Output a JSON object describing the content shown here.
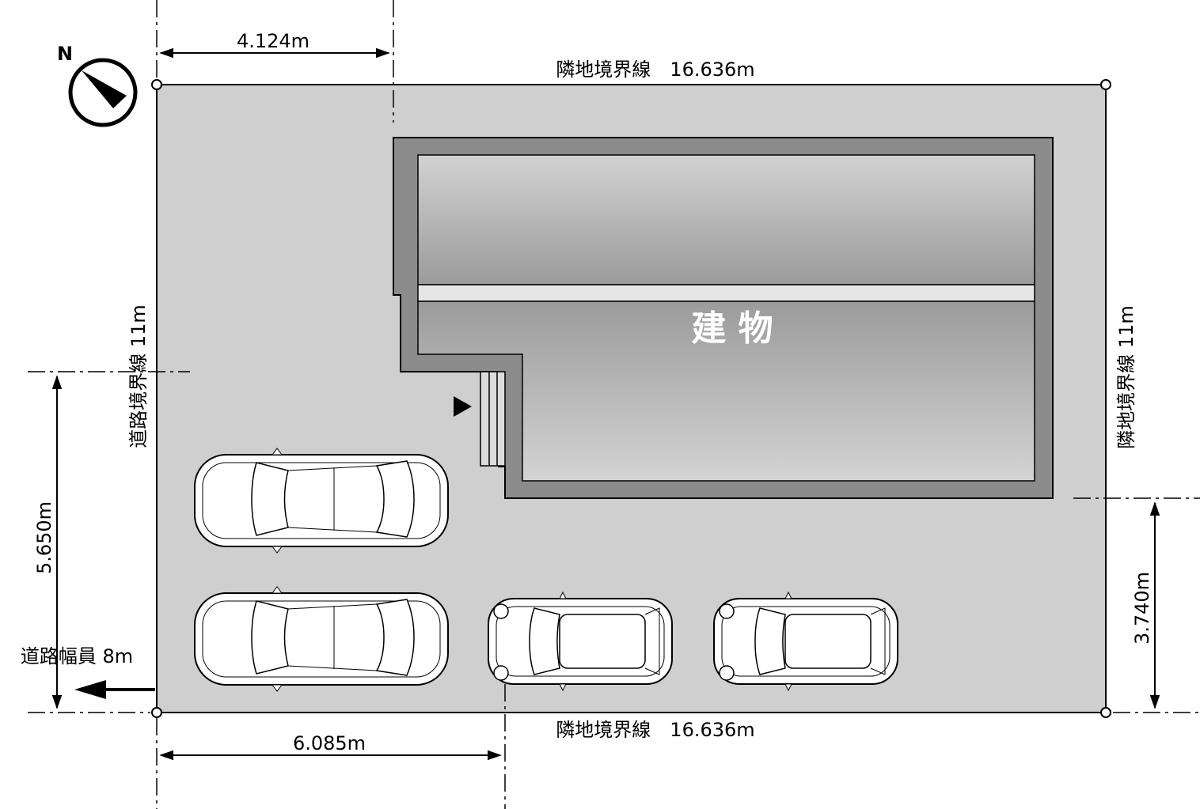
{
  "compass": {
    "label": "N"
  },
  "dimensions": {
    "top_offset": "4.124m",
    "bottom_offset": "6.085m",
    "left_height": "5.650m",
    "right_height": "3.740m"
  },
  "boundaries": {
    "top": "隣地境界線　16.636m",
    "bottom": "隣地境界線　16.636m",
    "left": "道路境界線 11m",
    "right": "隣地境界線 11m"
  },
  "road": {
    "width_label": "道路幅員 8m"
  },
  "building": {
    "label": "建 物"
  },
  "parking": {
    "cars": [
      {
        "kind": "sedan"
      },
      {
        "kind": "sedan"
      },
      {
        "kind": "compact"
      },
      {
        "kind": "compact"
      }
    ]
  }
}
